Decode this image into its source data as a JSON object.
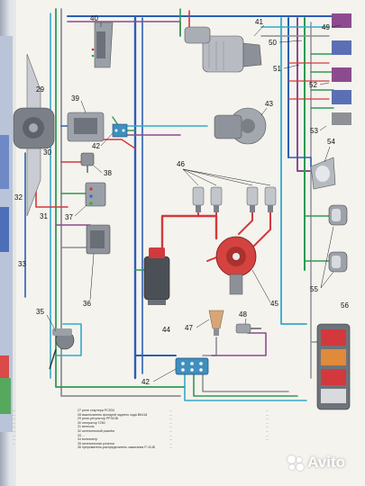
{
  "callouts": [
    "40",
    "41",
    "49",
    "50",
    "51",
    "52",
    "53",
    "39",
    "43",
    "42",
    "38",
    "37",
    "36",
    "29",
    "30",
    "31",
    "32",
    "33",
    "46",
    "54",
    "55",
    "56",
    "45",
    "44",
    "47",
    "48",
    "35",
    "42"
  ],
  "legend": {
    "col1": [
      "...",
      "...",
      "...",
      "...",
      "...",
      "...",
      "...",
      "...",
      "..."
    ],
    "col2": [
      "27  реле стартера РС534",
      "28  выключатель фонарей заднего хода ВК418",
      "29  реле-регулятор РР310В",
      "30  генератор Г250",
      "31  вентиль",
      "32  штепсельный разъём",
      "33  ...",
      "34  вольтметр",
      "35  штепсельная розетка",
      "36  прерыватель-распределитель зажигания Р-114Б"
    ],
    "col3": [
      "...",
      "...",
      "...",
      "...",
      "...",
      "...",
      "...",
      "...",
      "...",
      "..."
    ],
    "col4": [
      "...",
      "...",
      "...",
      "...",
      "...",
      "...",
      "...",
      "..."
    ]
  },
  "watermark": {
    "brand": "Avito"
  },
  "colors": {
    "paper": "#f4f3ee",
    "wire_blue": "#2b5fb4",
    "wire_green": "#2e9a52",
    "wire_red": "#d3393c",
    "wire_cyan": "#35a9c8",
    "wire_purple": "#8d4b8f",
    "wire_gray": "#8e9096",
    "connector_fill": "#3f8fbf"
  }
}
